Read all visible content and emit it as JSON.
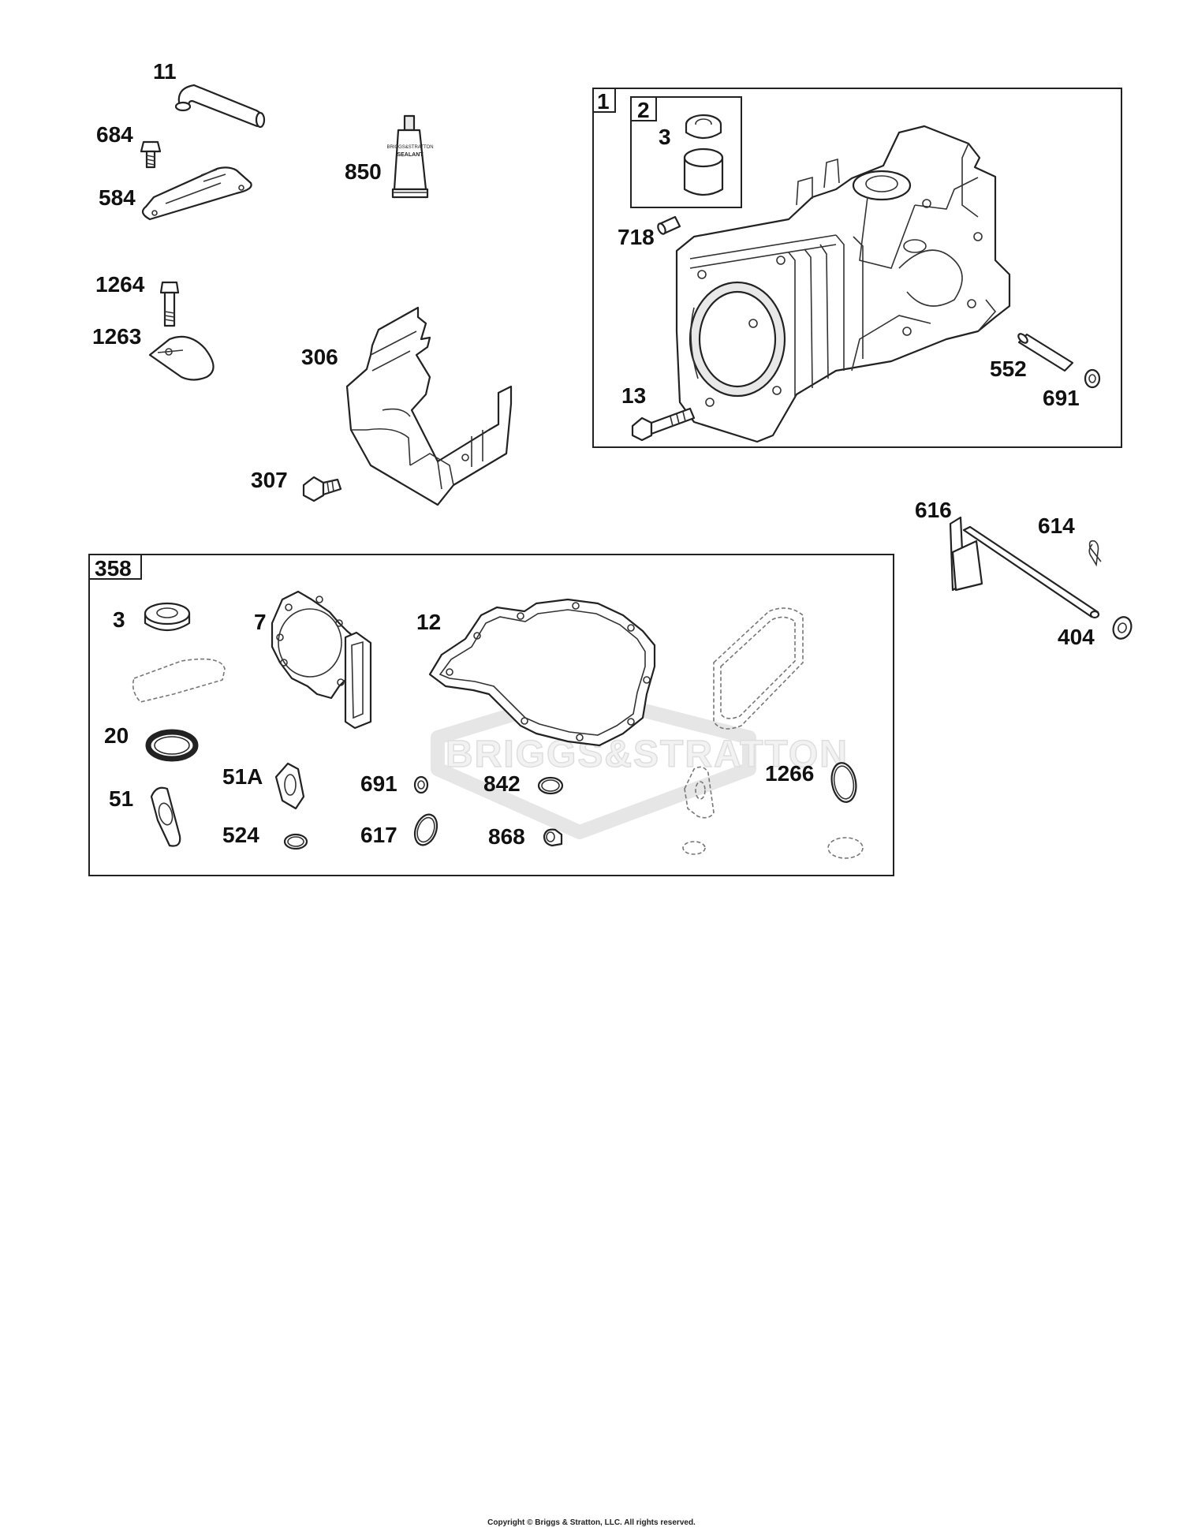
{
  "labels": {
    "p11": "11",
    "p684": "684",
    "p584": "584",
    "p850": "850",
    "p1264": "1264",
    "p1263": "1263",
    "p306": "306",
    "p307": "307",
    "box1": "1",
    "box2": "2",
    "p3_top": "3",
    "p718": "718",
    "p13": "13",
    "p552": "552",
    "p691_top": "691",
    "p616": "616",
    "p614": "614",
    "p404": "404",
    "box358": "358",
    "p3_kit": "3",
    "p7": "7",
    "p12": "12",
    "p20": "20",
    "p51": "51",
    "p51A": "51A",
    "p524": "524",
    "p691_kit": "691",
    "p617": "617",
    "p842": "842",
    "p868": "868",
    "p1266": "1266"
  },
  "sealant_tube_text": [
    "BRIGGS&STRATTON",
    "SEALANT"
  ],
  "watermark_text": "BRIGGS&STRATTON",
  "copyright": "Copyright © Briggs & Stratton, LLC. All rights reserved."
}
